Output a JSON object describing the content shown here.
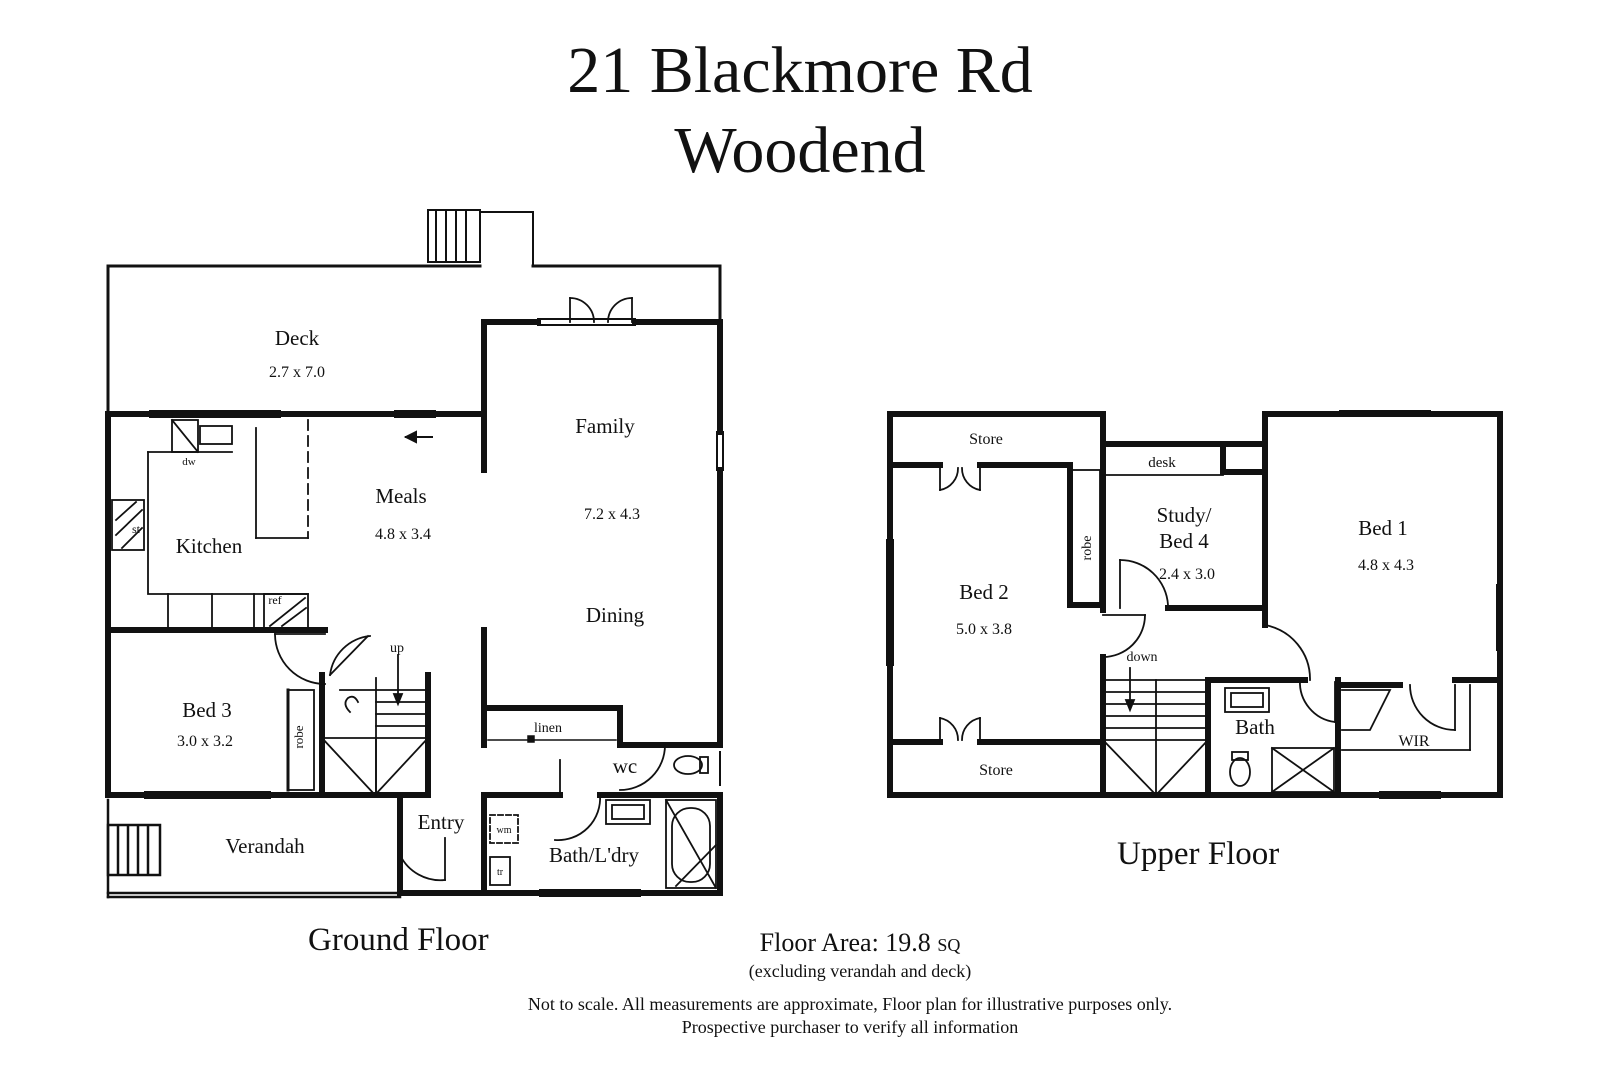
{
  "header": {
    "line1": "21 Blackmore Rd",
    "line2": "Woodend"
  },
  "ground_floor": {
    "caption": "Ground Floor",
    "rooms": {
      "deck": {
        "name": "Deck",
        "size": "2.7 x 7.0"
      },
      "family": {
        "name": "Family",
        "size": "7.2 x 4.3"
      },
      "dining": {
        "name": "Dining"
      },
      "meals": {
        "name": "Meals",
        "size": "4.8 x 3.4"
      },
      "kitchen": {
        "name": "Kitchen"
      },
      "bed3": {
        "name": "Bed 3",
        "size": "3.0 x 3.2"
      },
      "verandah": {
        "name": "Verandah"
      },
      "entry": {
        "name": "Entry"
      },
      "bath_laundry": {
        "name": "Bath/L'dry"
      },
      "wc": {
        "name": "wc"
      }
    },
    "fixtures": {
      "dw": "dw",
      "st": "st",
      "ref": "ref",
      "robe": "robe",
      "up": "up",
      "linen": "linen",
      "wm": "wm",
      "tr": "tr"
    }
  },
  "upper_floor": {
    "caption": "Upper Floor",
    "rooms": {
      "store_top": {
        "name": "Store"
      },
      "store_bottom": {
        "name": "Store"
      },
      "bed2": {
        "name": "Bed 2",
        "size": "5.0 x 3.8"
      },
      "study": {
        "name_line1": "Study/",
        "name_line2": "Bed 4",
        "size": "2.4 x 3.0"
      },
      "bed1": {
        "name": "Bed 1",
        "size": "4.8 x 4.3"
      },
      "bath": {
        "name": "Bath"
      },
      "wir": {
        "name": "WIR"
      }
    },
    "fixtures": {
      "desk": "desk",
      "robe": "robe",
      "down": "down"
    }
  },
  "footer": {
    "area_label": "Floor Area: 19.8",
    "area_unit": "SQ",
    "area_note": "(excluding verandah and deck)",
    "disclaimer1": "Not to scale. All measurements are approximate, Floor plan for illustrative purposes only.",
    "disclaimer2": "Prospective purchaser to verify all information"
  }
}
